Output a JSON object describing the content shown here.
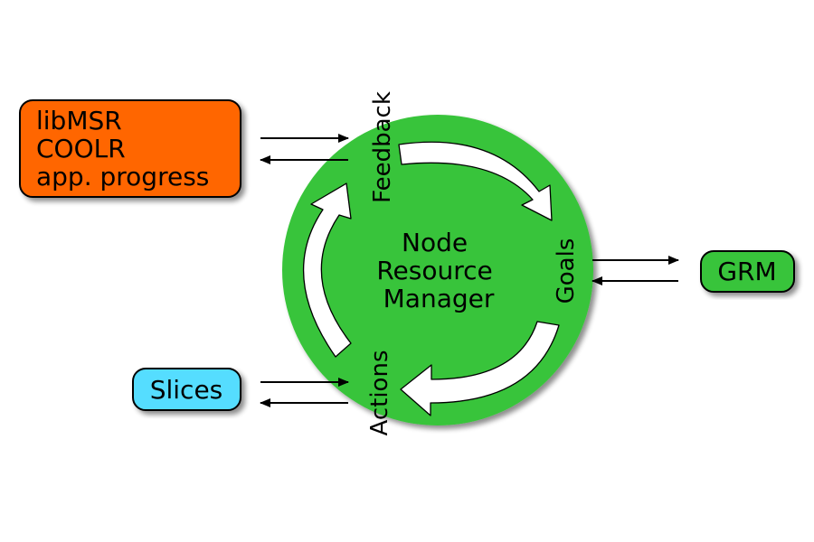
{
  "center": {
    "lines": [
      "Node",
      "Resource",
      "Manager"
    ]
  },
  "cycle_labels": {
    "feedback": "Feedback",
    "goals": "Goals",
    "actions": "Actions"
  },
  "boxes": {
    "sources": {
      "lines": [
        "libMSR",
        "COOLR",
        "app. progress"
      ]
    },
    "grm": {
      "label": "GRM"
    },
    "slices": {
      "label": "Slices"
    }
  },
  "colors": {
    "circle": "#38c43a",
    "sources_box": "#ff6600",
    "grm_box": "#38c43a",
    "slices_box": "#55ddff",
    "cycle_arrows": "#ffffff",
    "outline": "#000000",
    "shadow": "#999999"
  }
}
